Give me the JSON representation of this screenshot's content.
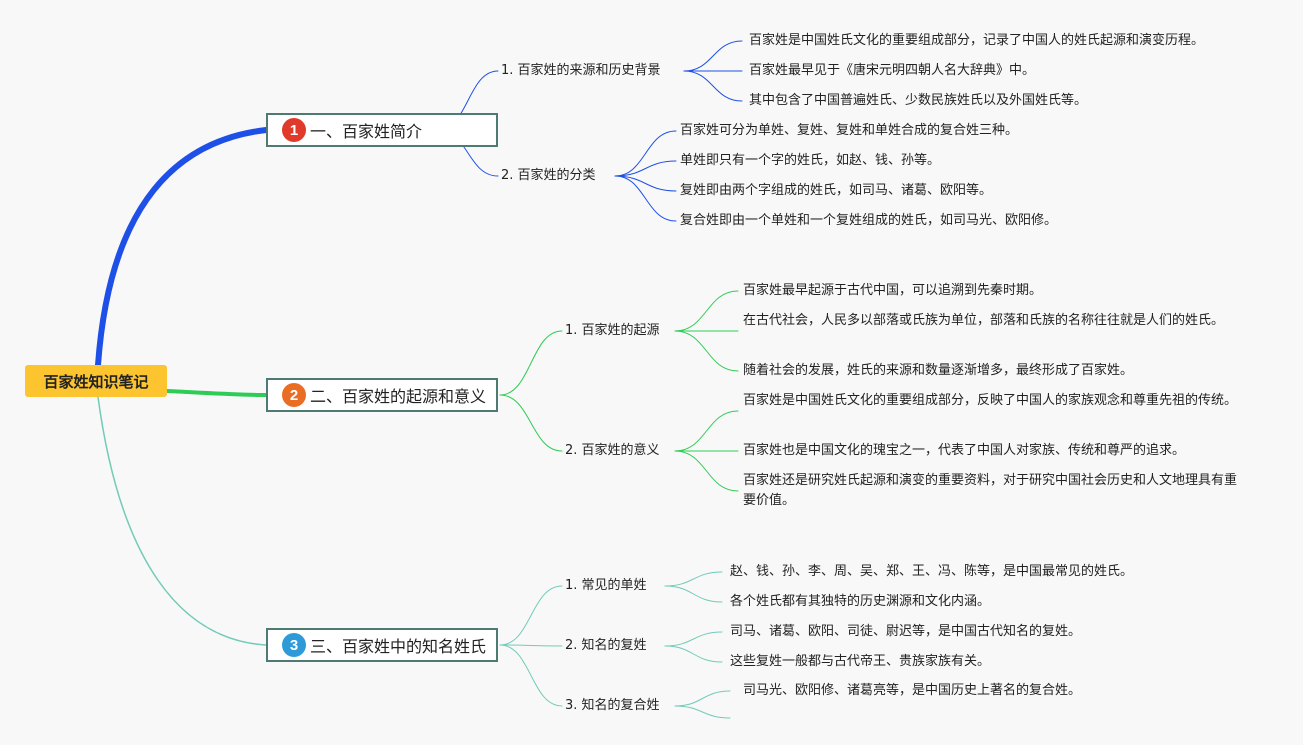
{
  "root": "百家姓知识笔记",
  "branches": [
    {
      "num": "1",
      "color": "#e03a2a",
      "line_color": "#1e50e8",
      "title": "一、百家姓简介",
      "subs": [
        {
          "label": "1. 百家姓的来源和历史背景",
          "leaves": [
            "百家姓是中国姓氏文化的重要组成部分，记录了中国人的姓氏起源和演变历程。",
            "百家姓最早见于《唐宋元明四朝人名大辞典》中。",
            "其中包含了中国普遍姓氏、少数民族姓氏以及外国姓氏等。"
          ]
        },
        {
          "label": "2. 百家姓的分类",
          "leaves": [
            "百家姓可分为单姓、复姓、复姓和单姓合成的复合姓三种。",
            "单姓即只有一个字的姓氏，如赵、钱、孙等。",
            "复姓即由两个字组成的姓氏，如司马、诸葛、欧阳等。",
            "复合姓即由一个单姓和一个复姓组成的姓氏，如司马光、欧阳修。"
          ]
        }
      ]
    },
    {
      "num": "2",
      "color": "#ea6d24",
      "line_color": "#2ecc55",
      "title": "二、百家姓的起源和意义",
      "subs": [
        {
          "label": "1. 百家姓的起源",
          "leaves": [
            "百家姓最早起源于古代中国，可以追溯到先秦时期。",
            "在古代社会，人民多以部落或氏族为单位，部落和氏族的名称往往就是人们的姓氏。",
            "随着社会的发展，姓氏的来源和数量逐渐增多，最终形成了百家姓。"
          ]
        },
        {
          "label": "2. 百家姓的意义",
          "leaves": [
            "百家姓是中国姓氏文化的重要组成部分，反映了中国人的家族观念和尊重先祖的传统。",
            "百家姓也是中国文化的瑰宝之一，代表了中国人对家族、传统和尊严的追求。",
            "百家姓还是研究姓氏起源和演变的重要资料，对于研究中国社会历史和人文地理具有重要价值。"
          ]
        }
      ]
    },
    {
      "num": "3",
      "color": "#2e9bd8",
      "line_color": "#72cbb8",
      "title": "三、百家姓中的知名姓氏",
      "subs": [
        {
          "label": "1. 常见的单姓",
          "leaves": [
            "赵、钱、孙、李、周、吴、郑、王、冯、陈等，是中国最常见的姓氏。",
            "各个姓氏都有其独特的历史渊源和文化内涵。"
          ]
        },
        {
          "label": "2. 知名的复姓",
          "leaves": [
            "司马、诸葛、欧阳、司徒、尉迟等，是中国古代知名的复姓。",
            "这些复姓一般都与古代帝王、贵族家族有关。"
          ]
        },
        {
          "label": "3. 知名的复合姓",
          "leaves": [
            "司马光、欧阳修、诸葛亮等，是中国历史上著名的复合姓。"
          ]
        }
      ]
    }
  ]
}
